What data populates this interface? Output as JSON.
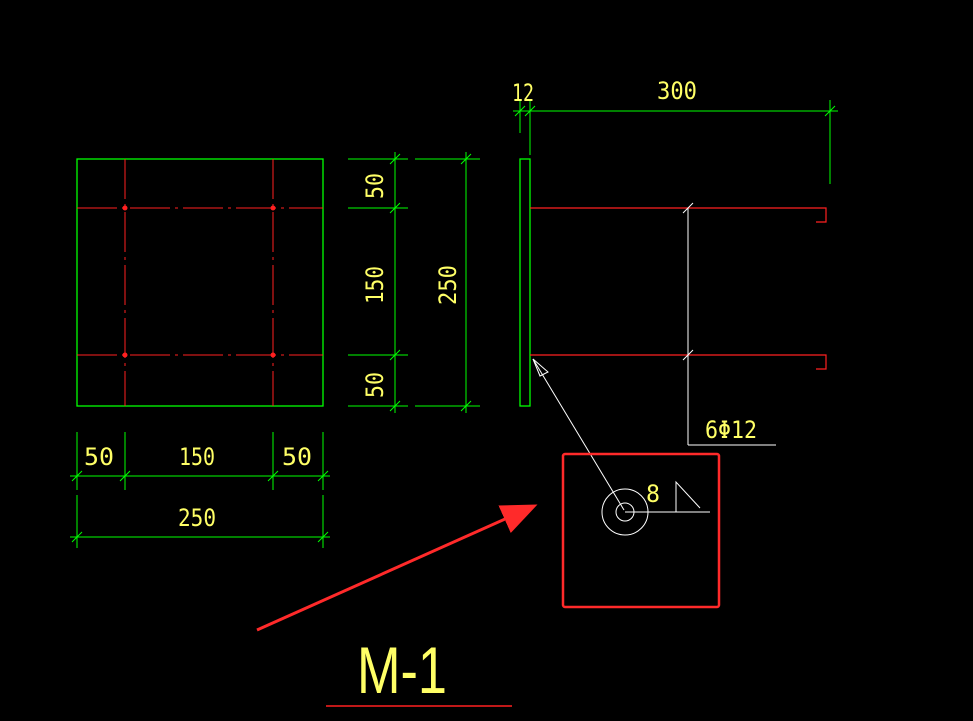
{
  "colors": {
    "background": "#000000",
    "outline": "#00ff00",
    "rebar": "#ff2020",
    "text": "#ffff66",
    "leader": "#ffffff",
    "highlight": "#ff2a2a",
    "title_underline": "#ff2020"
  },
  "plan": {
    "top_dims": {
      "left": "50",
      "mid": "150",
      "right": "50",
      "total": "250"
    }
  },
  "side": {
    "dims": {
      "top": "50",
      "mid": "150",
      "bottom": "50",
      "total": "250"
    }
  },
  "section": {
    "plate_thickness": "12",
    "anchor_length": "300",
    "rebar_label": "6Φ12"
  },
  "weld": {
    "size": "8"
  },
  "title": "M-1",
  "icons": [
    "weld-symbol-icon",
    "arrow-pointer-icon"
  ]
}
